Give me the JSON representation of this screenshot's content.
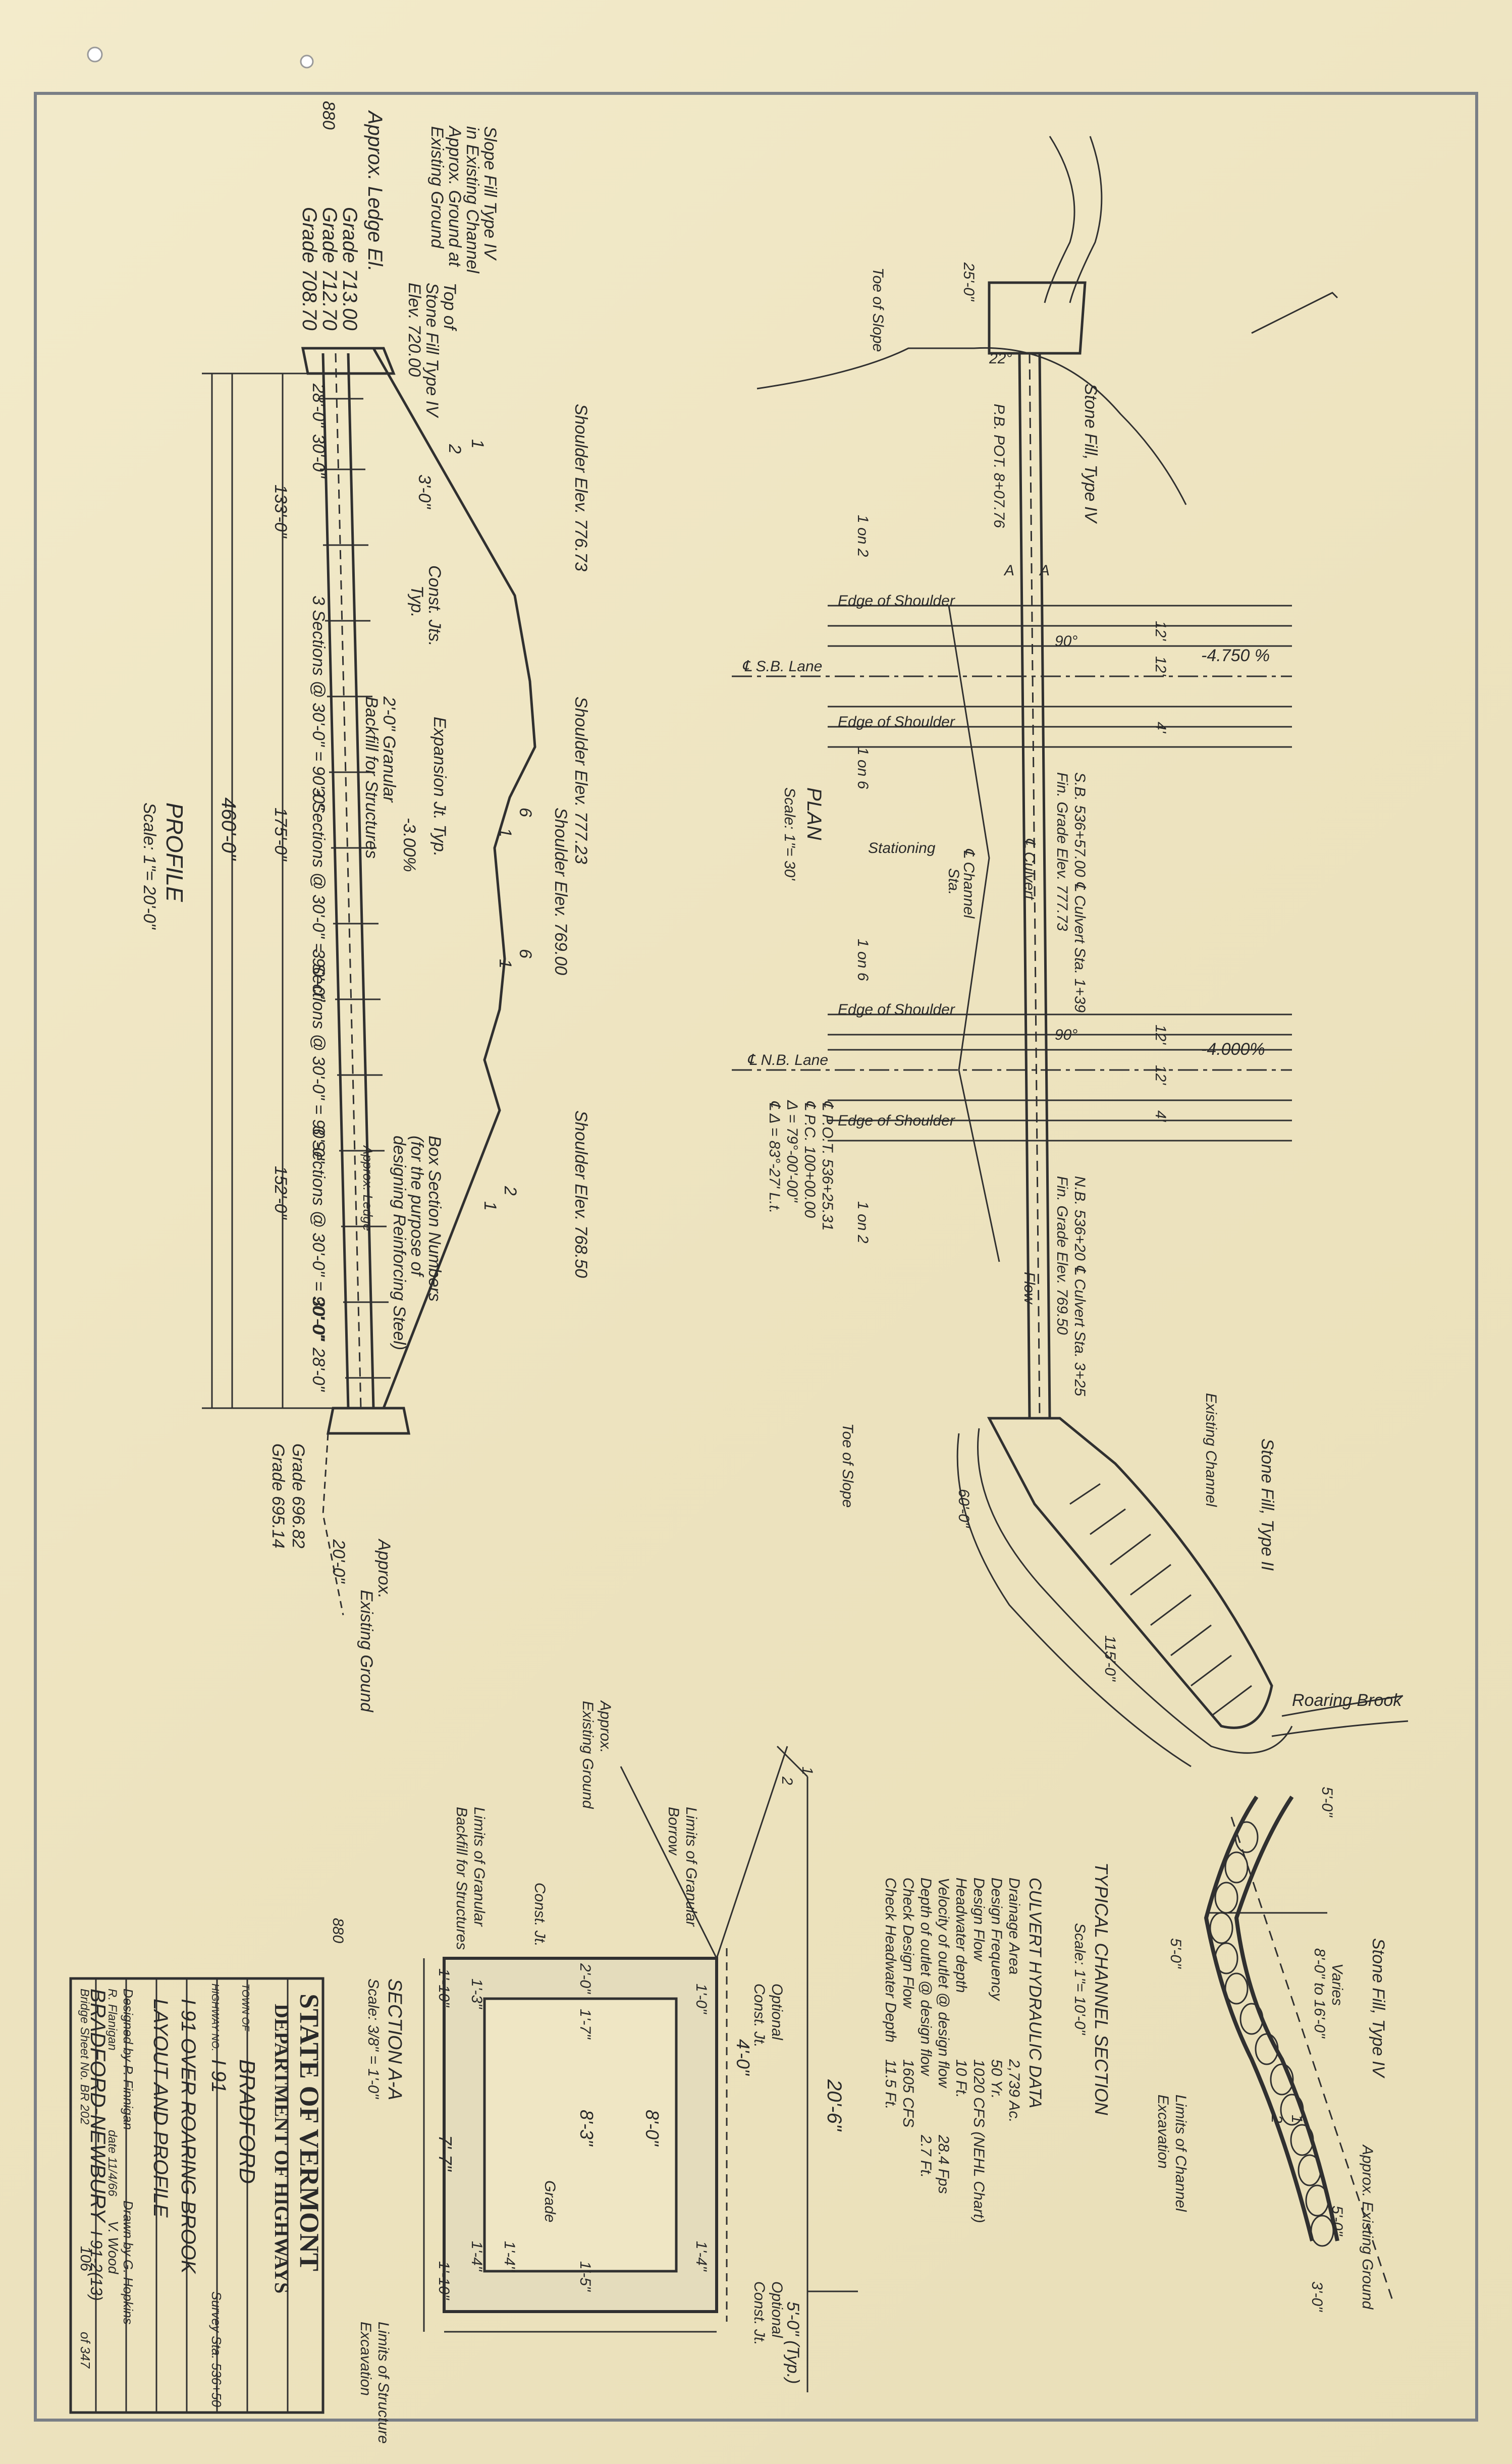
{
  "colors": {
    "paper": "#efe6c4",
    "ink": "#303030",
    "border": "#7a7f86"
  },
  "profile": {
    "title": "PROFILE",
    "scale": "Scale: 1\"= 20'-0\"",
    "slope_fill_note": [
      "Slope Fill Type IV",
      "in Existing Channel",
      "Approx. Ground at",
      "Existing Ground"
    ],
    "elev_880": "880",
    "approx_ledge": "Approx. Ledge El.",
    "grades": [
      "Grade 713.00",
      "Grade 712.70",
      "Grade 708.70"
    ],
    "top_stone_fill": [
      "Top of",
      "Stone Fill Type IV",
      "Elev. 720.00"
    ],
    "shoulder_elevs": [
      "Shoulder Elev. 776.73",
      "Shoulder Elev. 777.23",
      "Shoulder Elev. 769.00",
      "Shoulder Elev. 768.50"
    ],
    "slopes": [
      "1",
      "2",
      "3'-0\"",
      "6",
      "1",
      "6",
      "1",
      "2",
      "1"
    ],
    "const_jt": [
      "Const. Jts.",
      "Typ."
    ],
    "expansion_jt": "Expansion Jt. Typ.",
    "granular_note": [
      "2'-0\" Granular",
      "Backfill for Structures"
    ],
    "slope_pct": "-3.00%",
    "box_section_note": [
      "Box Section Numbers",
      "(for the purpose of",
      "designing Reinforcing Steel)"
    ],
    "approx_ledge_2": "Approx. Ledge",
    "sections": [
      "3 Sections @ 30'-0\" = 90'-0\"",
      "3 Sections @ 30'-0\" = 90'-0\"",
      "3 Sections @ 30'-0\" = 90'-0\"",
      "3 Sections @ 30'-0\" = 90'-0\""
    ],
    "dims": [
      "28'-0\"",
      "30'-0\"",
      "133'-0\"",
      "175'-0\"",
      "460'-0\"",
      "152'-0\"",
      "30'-0\"",
      "28'-0\""
    ],
    "grades_right": [
      "Grade 696.82",
      "Grade 695.14"
    ],
    "approx_existing_ground": [
      "Approx.",
      "Existing Ground"
    ],
    "dim_small": "20'-0\""
  },
  "plan": {
    "title": "PLAN",
    "scale": "Scale: 1\"= 30'",
    "toe_of_slope": [
      "Toe of Slope",
      "Toe of Slope"
    ],
    "dims_top": "25'-0\"",
    "stone_fill_iv": "Stone Fill, Type IV",
    "pb": "P.B. POT. 8+07.76",
    "edge_shoulder": [
      "Edge of Shoulder",
      "Edge of Shoulder",
      "Edge of Shoulder",
      "Edge of Shoulder"
    ],
    "sb_lane": "℄ S.B. Lane",
    "nb_lane": "℄ N.B. Lane",
    "slopes": [
      "1 on 2",
      "1 on 6",
      "1 on 6",
      "1 on 2"
    ],
    "lane_dims": [
      "12'",
      "12'",
      "4'",
      "12'",
      "12'",
      "4'"
    ],
    "pct": [
      "-4.750 %",
      "-4.000%"
    ],
    "sb_station": [
      "S.B. 536+57.00 ℄ Culvert Sta. 1+39",
      "Fin. Grade Elev. 777.73"
    ],
    "nb_station": [
      "N.B. 536+20 ℄ Culvert Sta. 3+25",
      "Fin. Grade Elev. 769.50"
    ],
    "stationing": "Stationing",
    "channel_sta": [
      "℄ Channel",
      "Sta."
    ],
    "culvert": "℄ Culvert",
    "curve": [
      "℄ P.O.T. 536+25.31",
      "℄ P.C. 100+00.00",
      "Δ = 79°-00'-00\"",
      "℄ Δ = 83°-27' L.t."
    ],
    "flow": "Flow",
    "angles": [
      "90°",
      "90°",
      "22°"
    ],
    "section_marks": [
      "A",
      "A"
    ],
    "existing_channel": "Existing Channel",
    "stone_fill_ii": "Stone Fill, Type II",
    "dim_60": "60'-0\"",
    "dim_115": "115'-0\"",
    "roaring_brook": "Roaring Brook"
  },
  "channel_section": {
    "title": "TYPICAL CHANNEL SECTION",
    "scale": "Scale: 1\"= 10'-0\"",
    "stone_fill": "Stone Fill, Type IV",
    "approx_ground": "Approx. Existing Ground",
    "varies": [
      "Varies",
      "8'-0\" to 16'-0\""
    ],
    "dims": [
      "5'-0\"",
      "5'-0\"",
      "5'-0\"",
      "3'-0\"",
      "1",
      "2"
    ],
    "limits": [
      "Limits of Channel",
      "Excavation"
    ]
  },
  "hydraulic": {
    "title": "CULVERT HYDRAULIC DATA",
    "rows": [
      [
        "Drainage Area",
        "2,739 Ac."
      ],
      [
        "Design Frequency",
        "50 Yr."
      ],
      [
        "Design Flow",
        "1020 CFS (NEHL Chart)"
      ],
      [
        "Headwater depth",
        "10 Ft."
      ],
      [
        "Velocity of outlet @ design flow",
        "28.4 Fps"
      ],
      [
        "Depth of outlet @ design flow",
        "2.7 Ft."
      ],
      [
        "Check Design Flow",
        "1605 CFS"
      ],
      [
        "Check Headwater Depth",
        "11.5 Ft."
      ]
    ]
  },
  "section_aa": {
    "title": "SECTION A-A",
    "scale": "Scale: 3/8\" = 1'-0\"",
    "approx_existing": [
      "Approx.",
      "Existing Ground"
    ],
    "limits_granular": [
      "Limits of Granular",
      "Borrow"
    ],
    "limits_granular_backfill": [
      "Limits of Granular",
      "Backfill for Structures"
    ],
    "const_jt": "Const. Jt.",
    "optional_const": [
      "Optional",
      "Const. Jt.",
      "Optional",
      "Const. Jt."
    ],
    "dims": [
      "20'-6\"",
      "4'-0\"",
      "8'-0\"",
      "8'-3\"",
      "2'-0\"",
      "1'-7\"",
      "1'-5\"",
      "7'-7\"",
      "1'-10\"",
      "1'-10\"",
      "5'-0\" (Typ.)",
      "1'-0\"",
      "1'-4\"",
      "1'-3\"",
      "1'-4\"",
      "1'-4\""
    ],
    "elev": "880",
    "grade": "Grade",
    "limits_structure": [
      "Limits of Structure",
      "Excavation"
    ],
    "slope": [
      "1",
      "2"
    ]
  },
  "title_block": {
    "state": "STATE OF VERMONT",
    "dept": "DEPARTMENT OF HIGHWAYS",
    "town_label": "TOWN OF",
    "town": "BRADFORD",
    "highway_label": "HIGHWAY NO.",
    "highway": "I 91",
    "survey_sta": "Survey Sta. 536+50",
    "desc1": "I 91 OVER ROARING BROOK",
    "desc2": "LAYOUT AND PROFILE",
    "designed_by": "Designed by  P. Finnigan",
    "drawn_by": "Drawn by  G. Hopkins",
    "checked_by": "R. Flanigan",
    "date": "date 11/4/66",
    "reviewed": "V. Wood",
    "project": "BRADFORD-NEWBURY",
    "project_no": "I 91-2(13)",
    "sheet_no": "Bridge Sheet No. BR 202",
    "sheet": "106",
    "of": "of 347"
  }
}
